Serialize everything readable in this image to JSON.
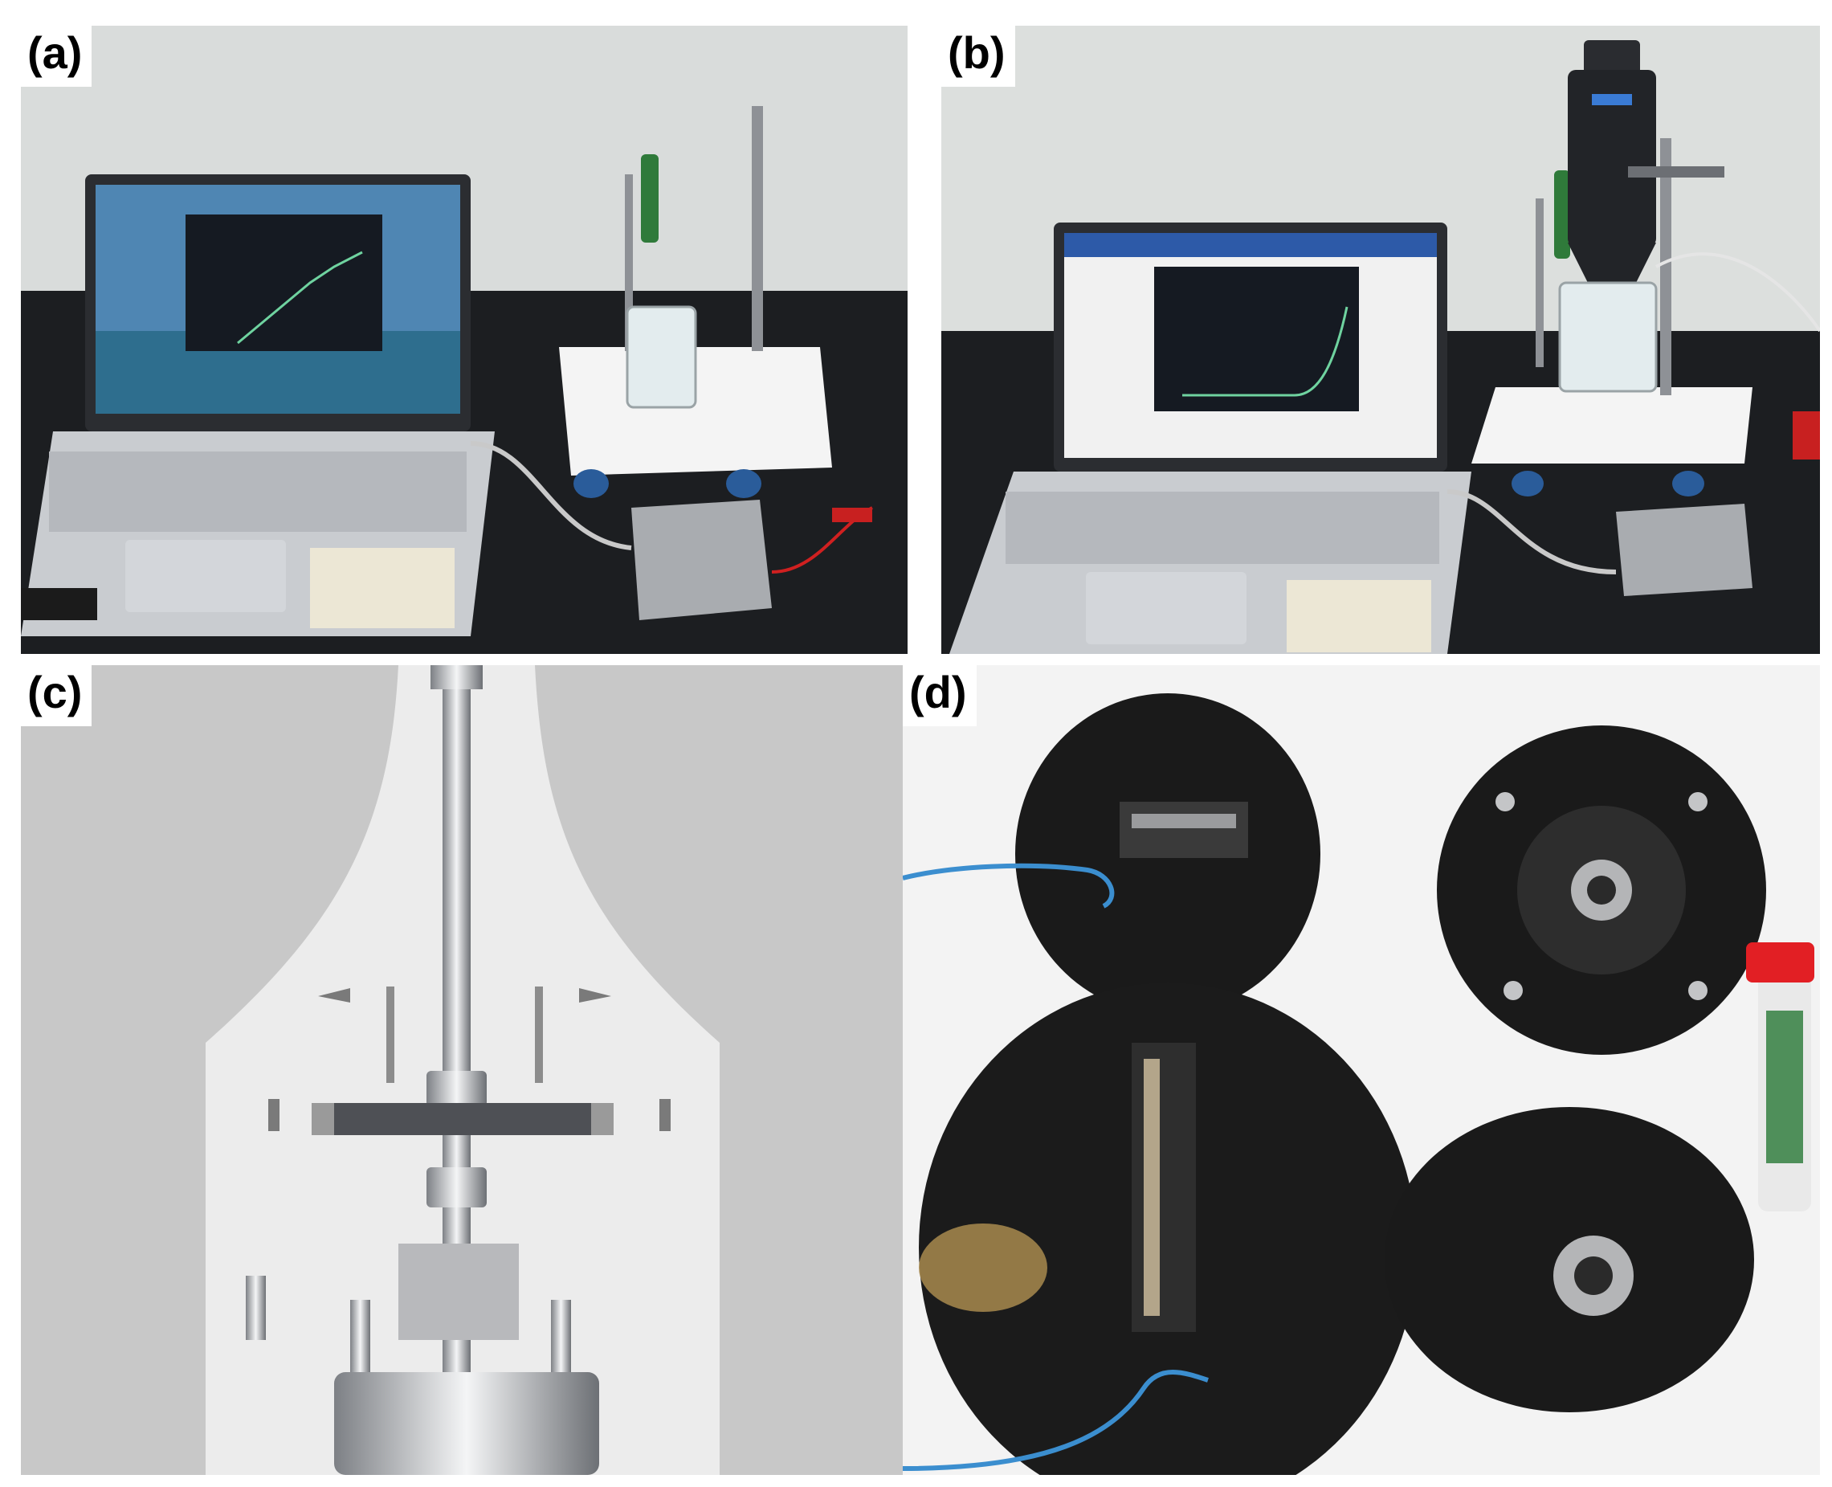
{
  "panels": [
    {
      "label": "(a)"
    },
    {
      "label": "(b)"
    },
    {
      "label": "(c)"
    },
    {
      "label": "(d)"
    }
  ],
  "colors": {
    "wall": "#d9dcdb",
    "bench": "#1c1e21",
    "laptop": "#c9ccd0",
    "paper": "#f4f4f4",
    "motor_body": "#222428",
    "render_background": "#c8c8c8",
    "housing": "#ececec",
    "metal": "#a9acb0",
    "printed_part": "#1a1a1a",
    "wire": "#3b8ecf",
    "cap": "#e21f24",
    "vial_fill": "#4f8f5a"
  }
}
